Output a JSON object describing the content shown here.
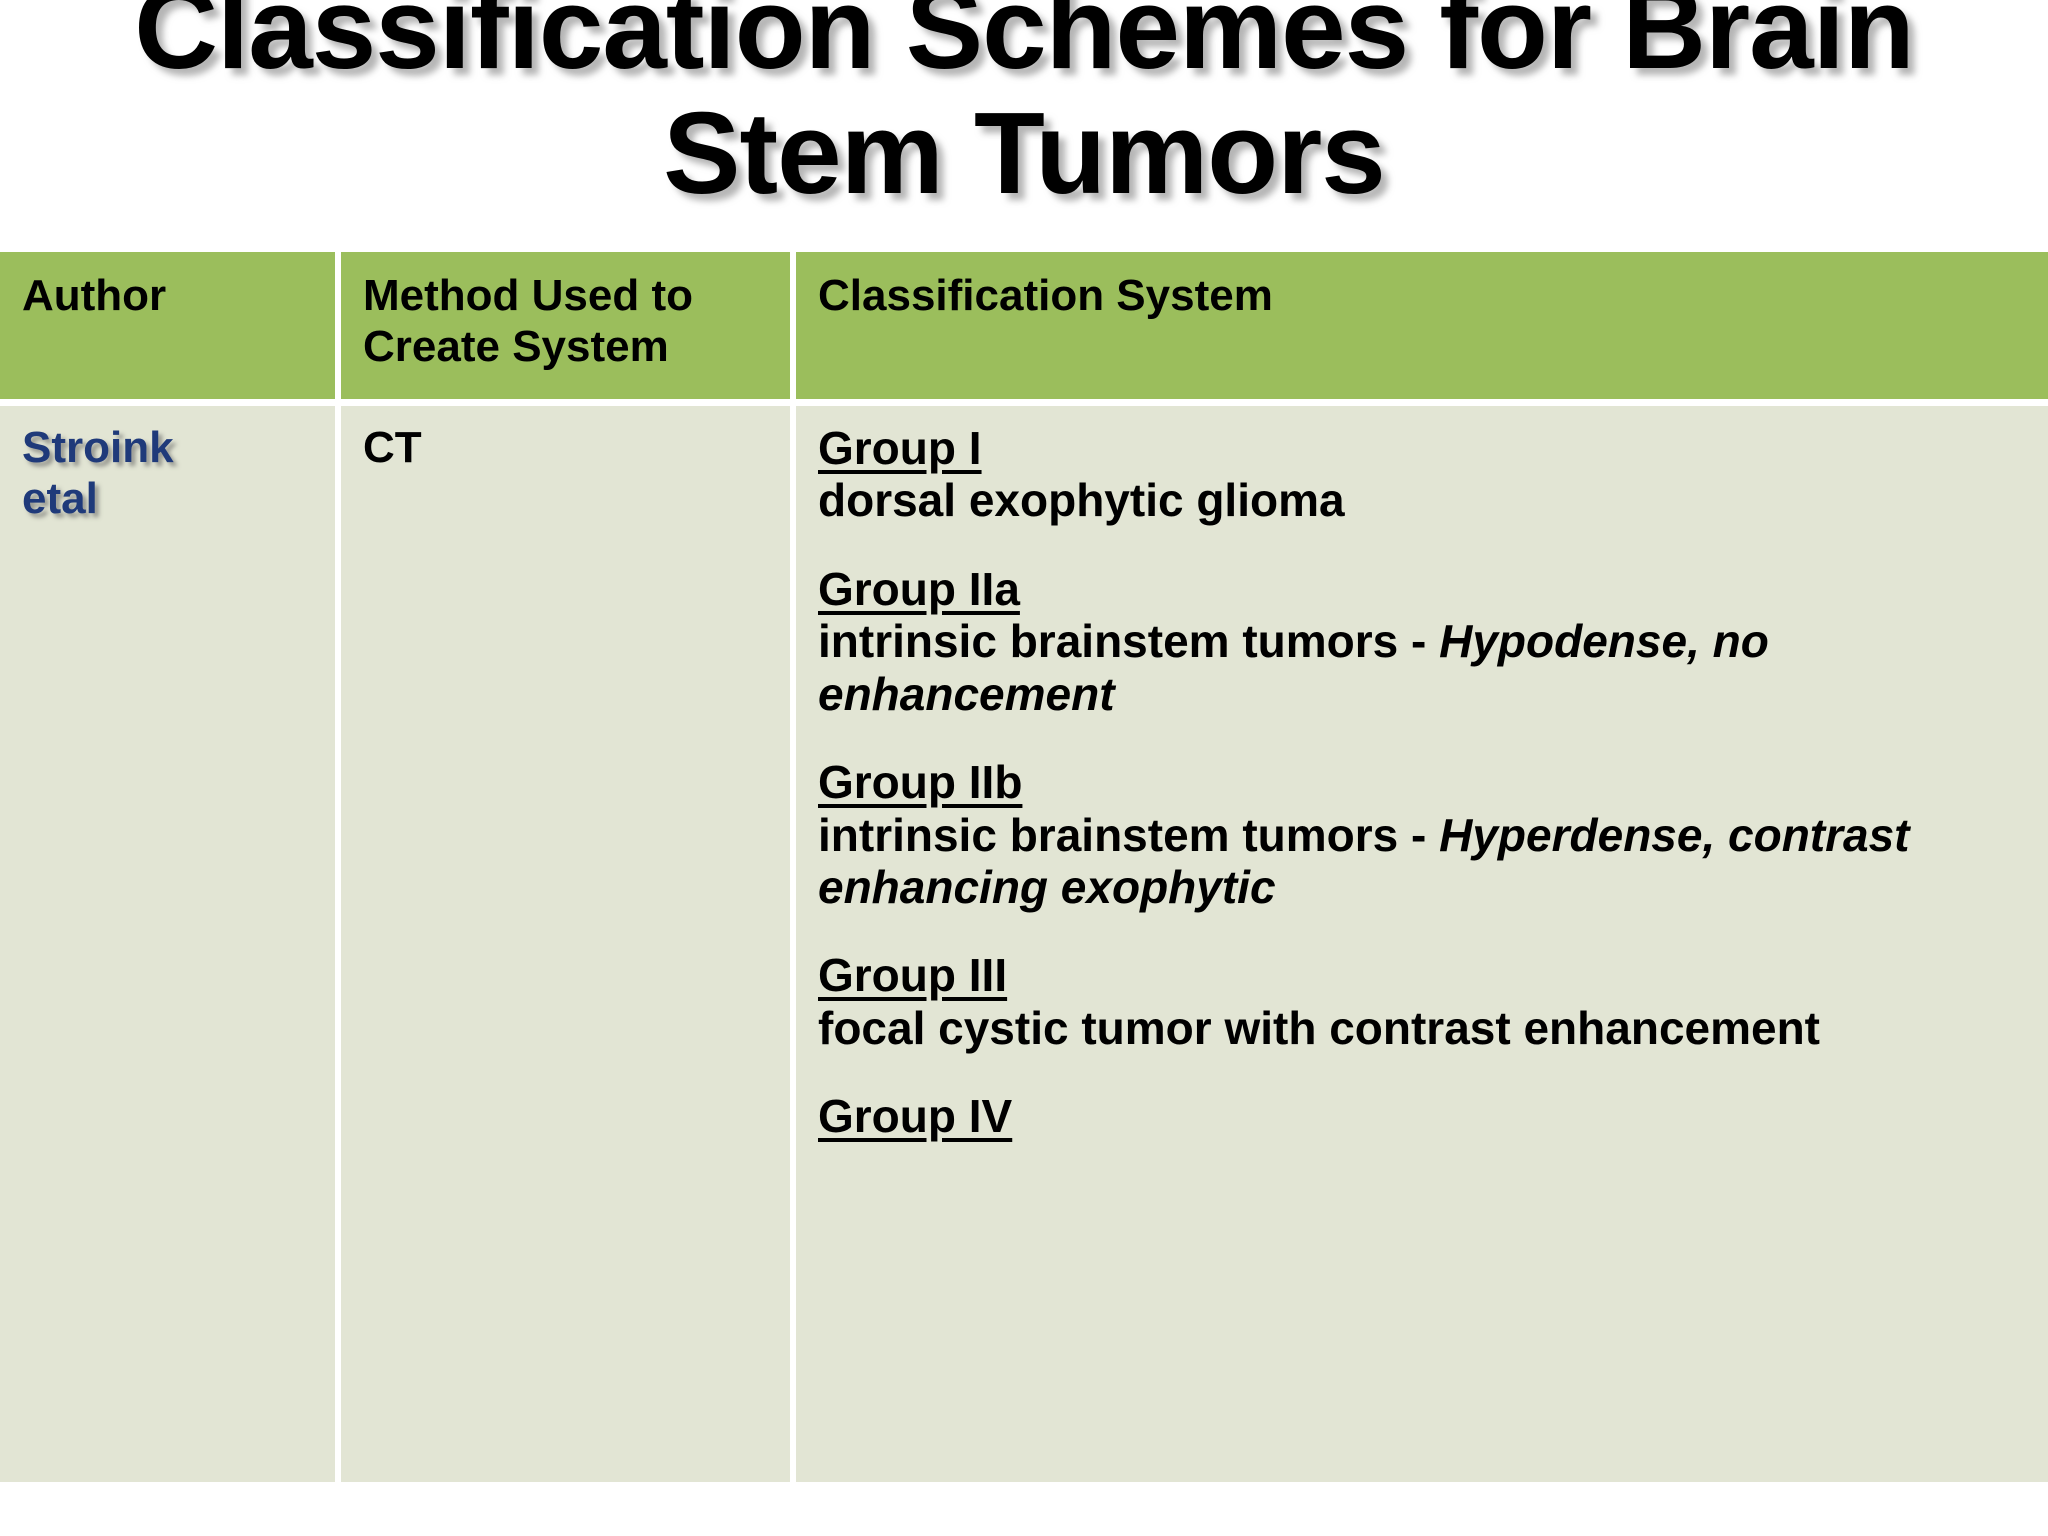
{
  "slide": {
    "title": "Classification Schemes for Brain\nStem Tumors"
  },
  "table": {
    "headers": {
      "author": "Author",
      "method": "Method Used to\nCreate System",
      "system": "Classification System"
    },
    "rows": [
      {
        "author": "Stroink\netal",
        "method": "CT",
        "groups": [
          {
            "label": "Group I",
            "desc_plain": "dorsal exophytic glioma",
            "desc_italic": ""
          },
          {
            "label": "Group IIa",
            "desc_plain": "intrinsic brainstem tumors - ",
            "desc_italic": "Hypodense, no enhancement"
          },
          {
            "label": "Group IIb",
            "desc_plain": "intrinsic brainstem tumors - ",
            "desc_italic": "Hyperdense, contrast enhancing exophytic"
          },
          {
            "label": "Group III",
            "desc_plain": "focal cystic tumor with contrast enhancement",
            "desc_italic": ""
          },
          {
            "label": "Group IV",
            "desc_plain": "",
            "desc_italic": ""
          }
        ]
      }
    ]
  },
  "colors": {
    "header_green": "#9BBE5C",
    "body_cell": "#E2E5D4",
    "author_text": "#1F3A7A",
    "page_background": "#FFFFFF"
  }
}
